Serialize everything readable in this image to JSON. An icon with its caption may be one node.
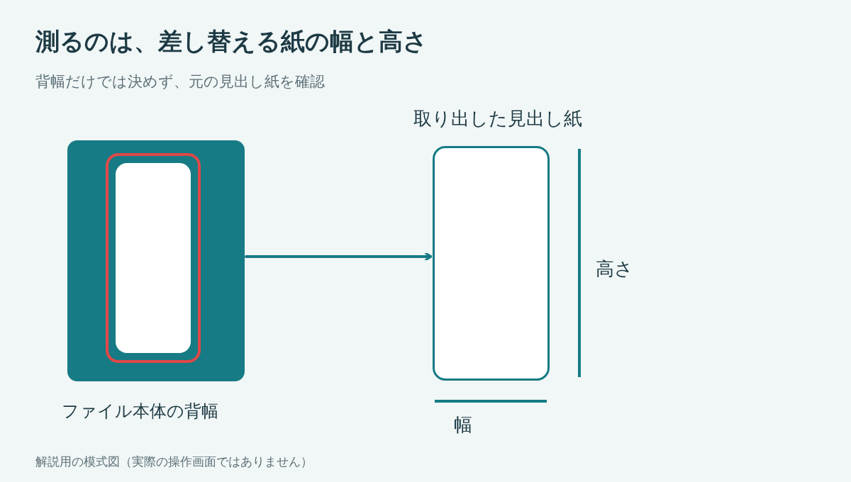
{
  "diagram": {
    "title": "測るのは、差し替える紙の幅と高さ",
    "nodes": [
      {
        "text": [],
        "shape": "box",
        "beside": [
          "ファイル本体の背幅"
        ]
      },
      {
        "text": [],
        "shape": "box",
        "in": 0
      },
      {
        "text": [],
        "shape": "box",
        "in": 1
      },
      {
        "text": [
          "取り出した見出し紙"
        ]
      }
    ],
    "edges": [
      {
        "from": 0,
        "to": 3,
        "arrow": "to"
      }
    ],
    "labels": [
      "背幅だけでは決めず、元の見出し紙を確認",
      "高さ",
      "幅",
      "解説用の模式図（実際の操作画面ではありません）"
    ]
  }
}
